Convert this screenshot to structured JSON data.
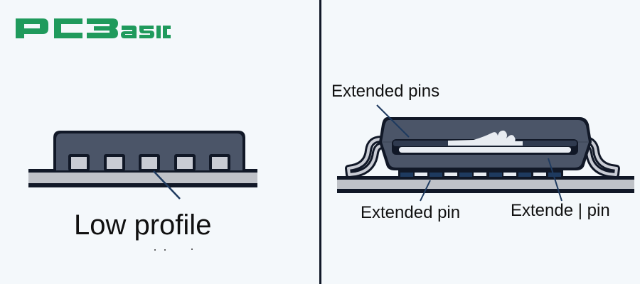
{
  "brand": {
    "logo_text": "PCBasic",
    "color": "#1f9a5c"
  },
  "left_panel": {
    "title_label": "Low profile",
    "chip": {
      "body_color": "#4b5568",
      "outline_color": "#111827",
      "pad_count": 5,
      "pad_color": "#c9ccd4"
    },
    "board_color": "#bfc2c8"
  },
  "right_panel": {
    "labels": {
      "top": "Extended pins",
      "bottom_left": "Extended pin",
      "bottom_right": "Extende | pin"
    },
    "chip": {
      "body_color": "#4b5568",
      "outline_color": "#111827",
      "lead_color": "#c9ccd4",
      "slot_color": "#e8ecf2"
    }
  },
  "colors": {
    "background": "#f4f8fb",
    "divider": "#111827",
    "leader_line": "#1e3a5f"
  }
}
